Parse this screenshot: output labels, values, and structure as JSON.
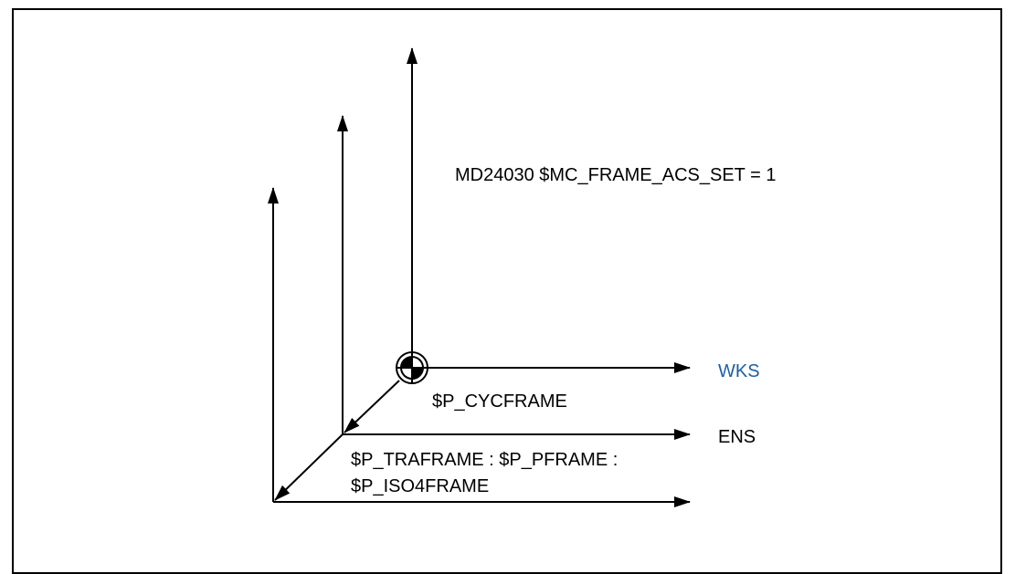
{
  "diagram": {
    "md_label": "MD24030 $MC_FRAME_ACS_SET = 1",
    "wks_label": "WKS",
    "ens_label": "ENS",
    "cycframe_label": "$P_CYCFRAME",
    "traframe_line1": "$P_TRAFRAME : $P_PFRAME :",
    "traframe_line2": "$P_ISO4FRAME",
    "colors": {
      "line": "#000000",
      "wks_accent": "#1f5fa8"
    },
    "icons": {
      "origin_symbol": "zero-point-icon"
    }
  }
}
